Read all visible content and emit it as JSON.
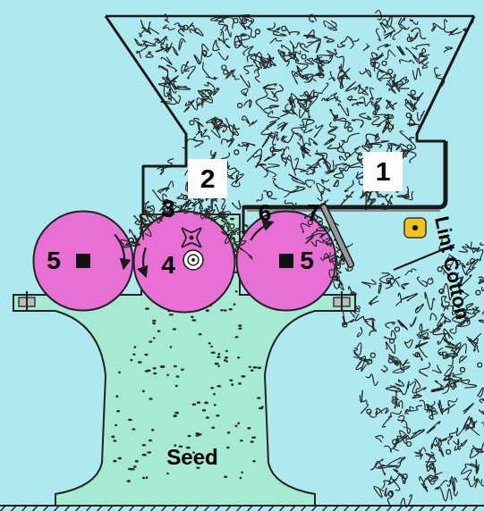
{
  "diagram": {
    "nodes": [
      {
        "text": [
          "2"
        ]
      },
      {
        "text": [
          "1"
        ]
      },
      {
        "text": [
          "5"
        ]
      },
      {
        "text": [
          "4"
        ]
      },
      {
        "text": [
          "5"
        ]
      },
      {
        "text": [
          "Seed"
        ]
      }
    ],
    "labels": [
      "3",
      "6",
      "7",
      "Lint Cotton"
    ]
  }
}
